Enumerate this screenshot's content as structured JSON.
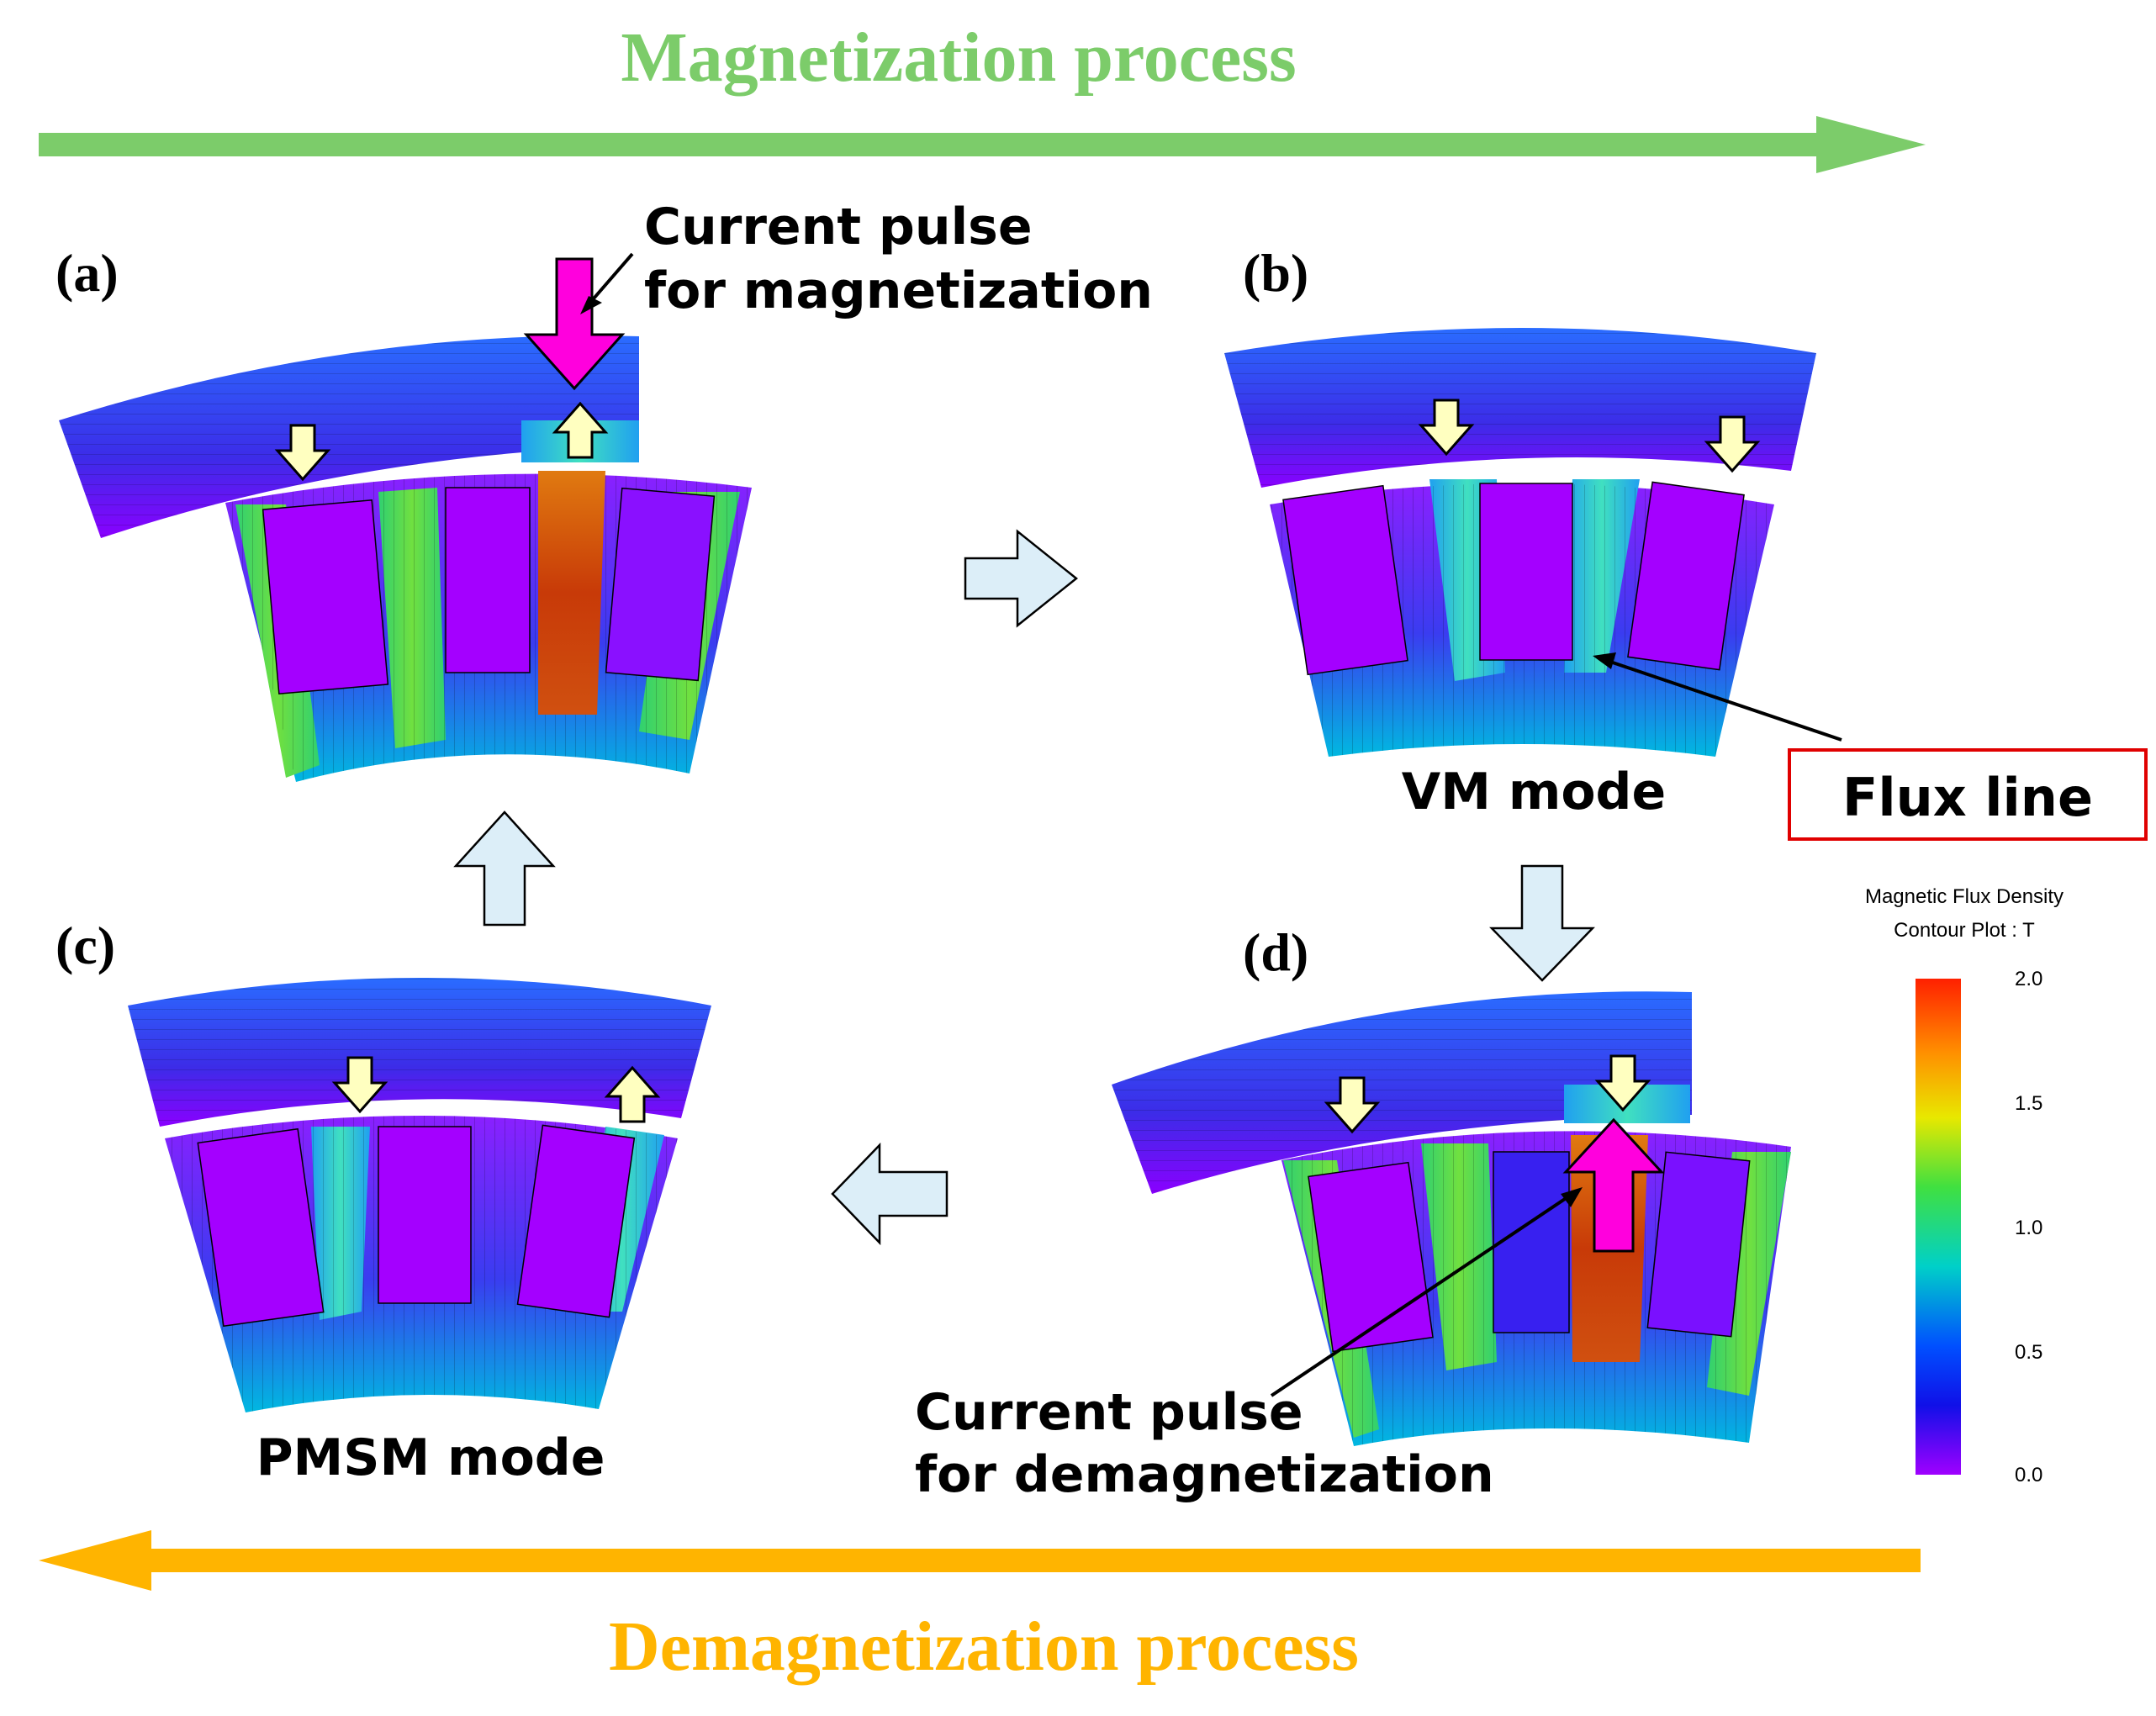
{
  "header": {
    "magnetization_title": "Magnetization process",
    "demagnetization_title": "Demagnetization process"
  },
  "panels": {
    "a": {
      "label": "(a)",
      "annotation": [
        "Current pulse",
        "for magnetization"
      ]
    },
    "b": {
      "label": "(b)",
      "mode": "VM mode"
    },
    "c": {
      "label": "(c)",
      "mode": "PMSM mode"
    },
    "d": {
      "label": "(d)",
      "annotation": [
        "Current pulse",
        "for demagnetization"
      ]
    }
  },
  "callout": {
    "flux_line": "Flux line"
  },
  "colorbar": {
    "title_line1": "Magnetic Flux Density",
    "title_line2": "Contour Plot : T",
    "ticks": [
      "2.0",
      "1.5",
      "1.0",
      "0.5",
      "0.0"
    ],
    "range": [
      0.0,
      2.0
    ],
    "colors": [
      "#ff2000",
      "#ff9000",
      "#e8e800",
      "#40e040",
      "#00d0c8",
      "#0050ff",
      "#1010e8",
      "#a000ff"
    ]
  },
  "colors": {
    "magnetization_green": "#7ccc6a",
    "demagnetization_orange": "#ffb400",
    "pulse_magenta": "#ff00dd",
    "magnet_arrow_cream": "#ffffc0",
    "process_arrow_fill": "#dceef8",
    "callout_border": "#e00000"
  }
}
